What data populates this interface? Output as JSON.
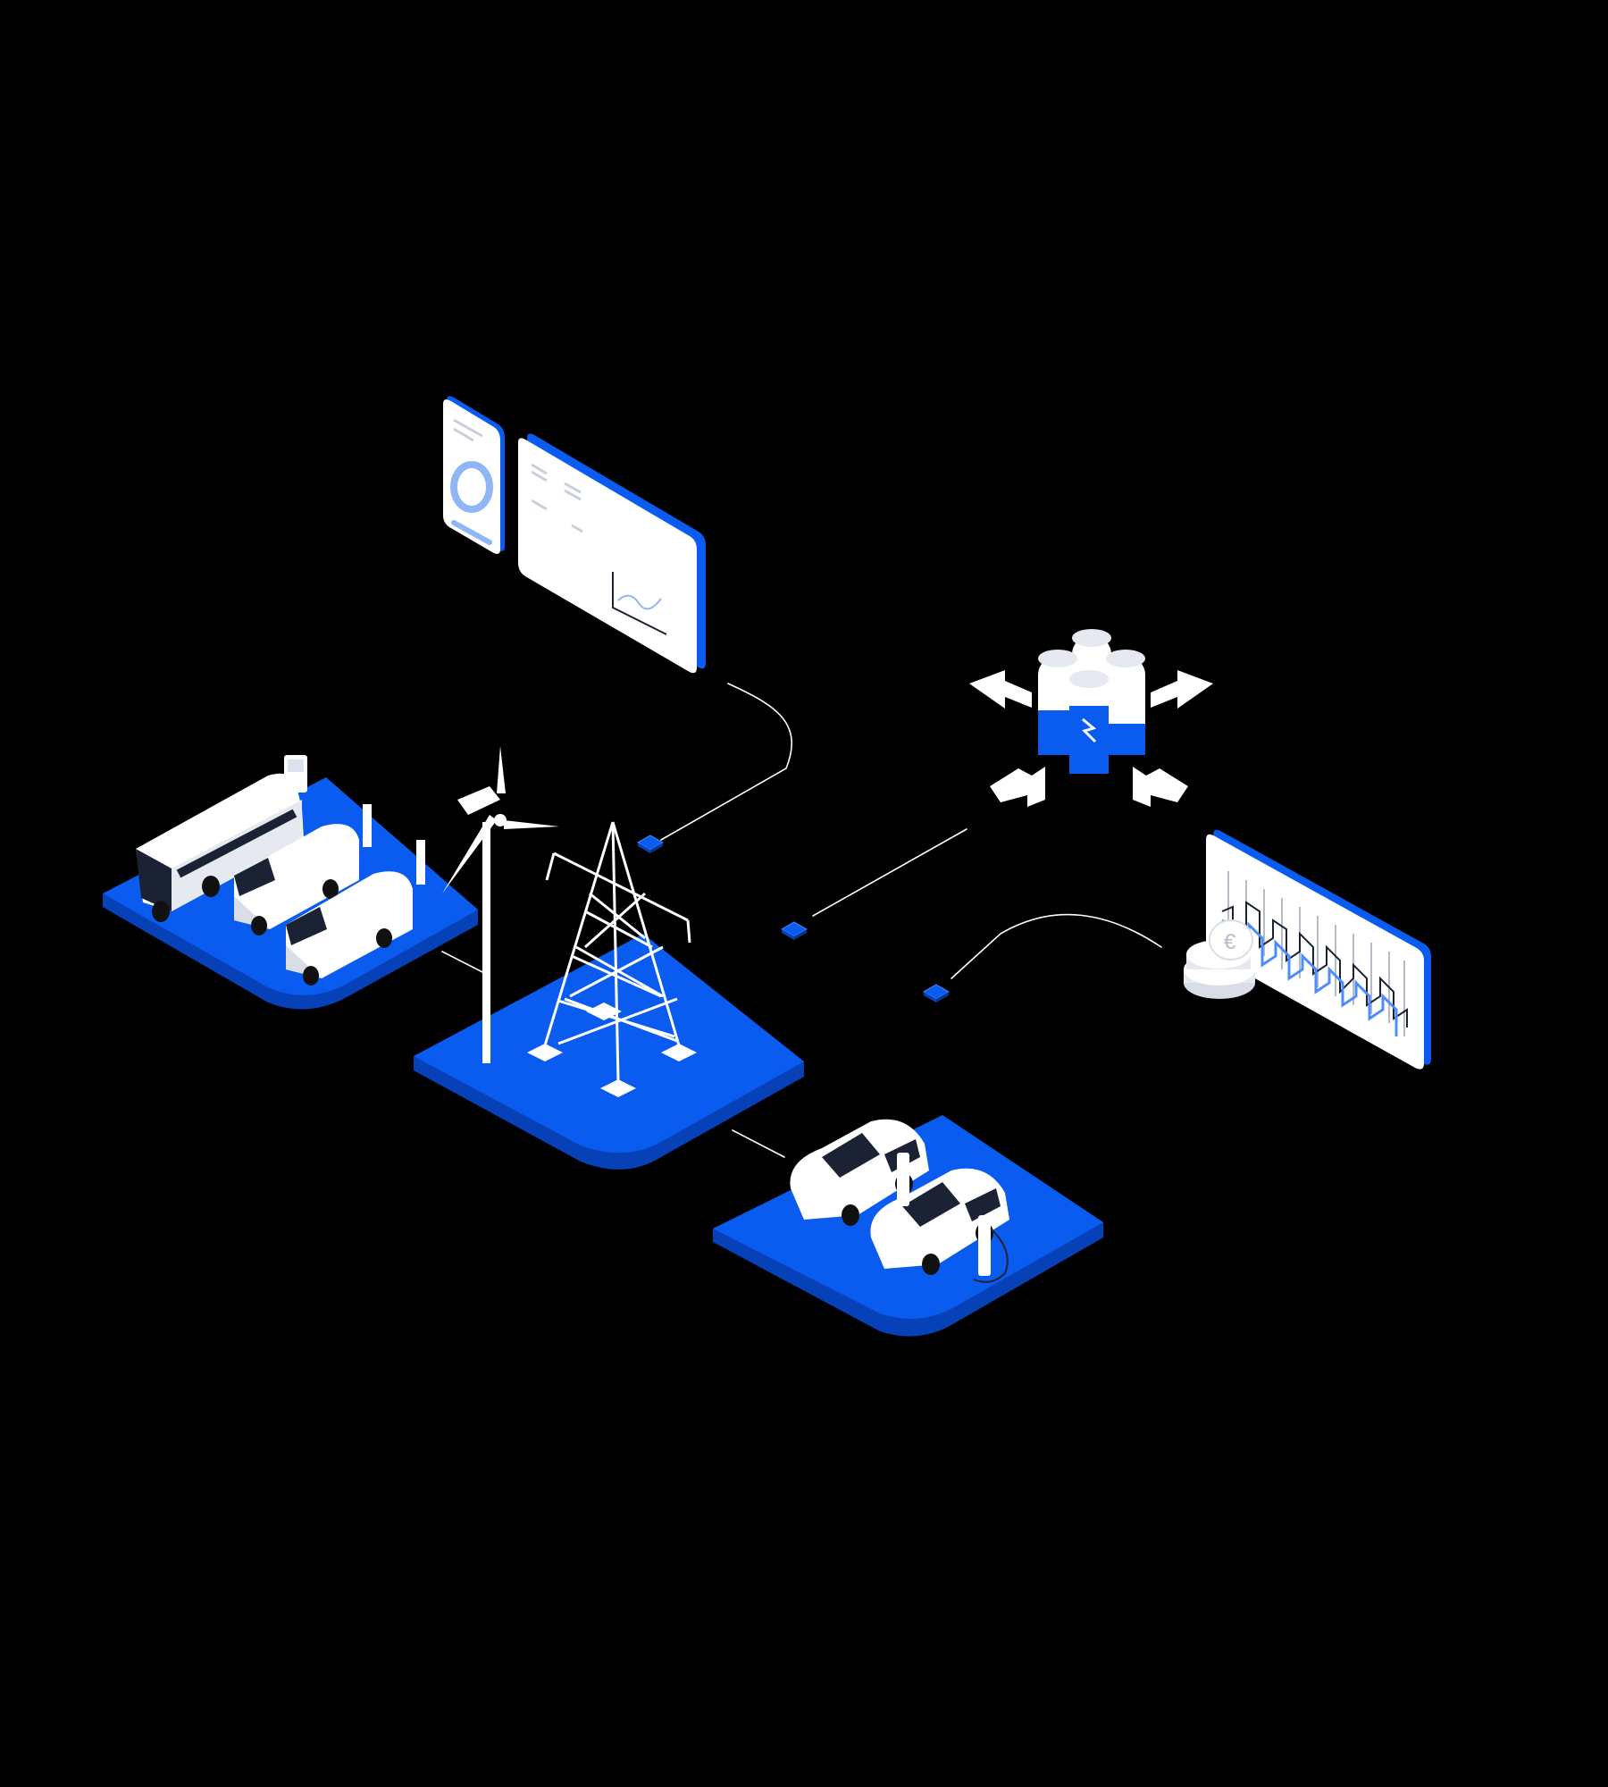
{
  "colors": {
    "background": "#000000",
    "platform": "#0a5cf0",
    "platform_dark": "#0641b8",
    "white": "#ffffff",
    "light_blue": "#8fb6f5",
    "vehicle_shade": "#d9dde6",
    "line": "#ffffff"
  },
  "diagram": {
    "nodes": [
      {
        "id": "grid-platform",
        "icon": "transmission-tower-icon",
        "extra_icon": "wind-turbine-icon"
      },
      {
        "id": "fleet-depot-platform",
        "icon": "bus-and-vans-icon"
      },
      {
        "id": "ev-charging-platform",
        "icon": "cars-charging-icon"
      },
      {
        "id": "software-dashboard",
        "icon": "phone-and-monitor-icon"
      },
      {
        "id": "battery-storage",
        "icon": "battery-cluster-icon"
      },
      {
        "id": "energy-market",
        "icon": "price-chart-and-coins-icon",
        "symbol": "€"
      }
    ],
    "connectors": [
      {
        "from": "software-dashboard",
        "to": "grid-platform"
      },
      {
        "from": "battery-storage",
        "to": "grid-platform"
      },
      {
        "from": "energy-market",
        "to": "grid-platform"
      },
      {
        "from": "fleet-depot-platform",
        "to": "grid-platform"
      },
      {
        "from": "grid-platform",
        "to": "ev-charging-platform"
      }
    ]
  }
}
